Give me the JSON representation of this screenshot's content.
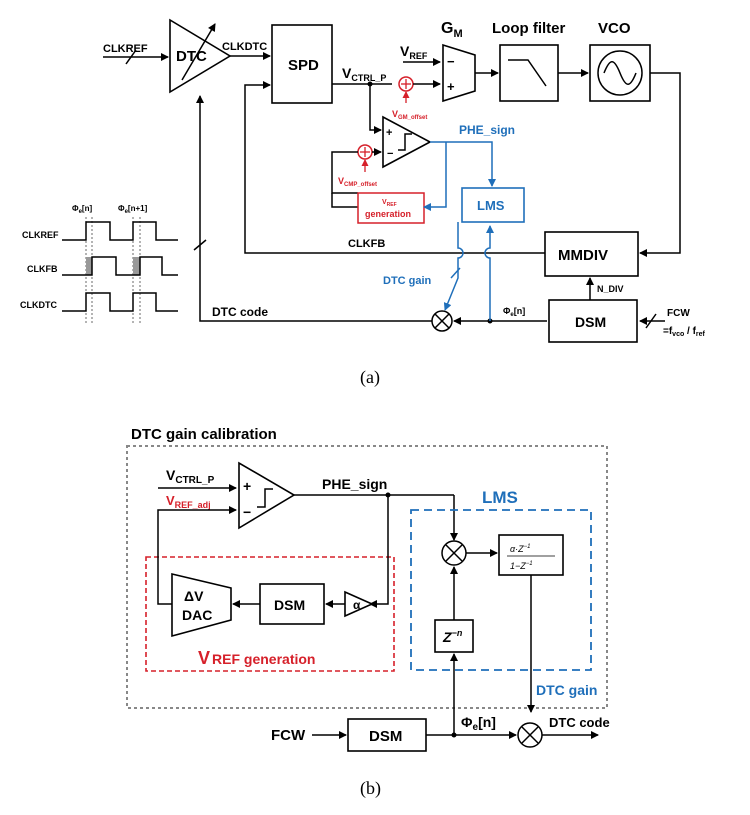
{
  "a": {
    "caption": "(a)",
    "clkref": "CLKREF",
    "dtc": "DTC",
    "clkdtc": "CLKDTC",
    "spd": "SPD",
    "vctrl_v": "V",
    "vctrl_sub": "CTRL_P",
    "vref_v": "V",
    "vref_sub": "REF",
    "gm_g": "G",
    "gm_sub": "M",
    "loop_filter": "Loop filter",
    "vco": "VCO",
    "vgm_v": "V",
    "vgm_sub": "GM_offset",
    "vcmp_v": "V",
    "vcmp_sub": "CMP_offset",
    "phe_sign": "PHE_sign",
    "vrefgen_v": "V",
    "vrefgen_sub": "REF",
    "vrefgen_gen": "generation",
    "lms": "LMS",
    "clkfb": "CLKFB",
    "mmdiv": "MMDIV",
    "dtc_gain": "DTC gain",
    "n_div": "N_DIV",
    "phie": "Φ",
    "phie_sub": "e",
    "phie_n": "[n]",
    "dsm": "DSM",
    "fcw": "FCW",
    "fcw_eq_pre": "=f",
    "fcw_eq_vco": "vco",
    "fcw_eq_mid": " / f",
    "fcw_eq_ref": "ref",
    "dtc_code": "DTC code",
    "timing": {
      "phi_label": "Φ",
      "phi_sub": "e",
      "idx_n": "[n]",
      "idx_n1": "[n+1]",
      "rows": [
        "CLKREF",
        "CLKFB",
        "CLKDTC"
      ]
    }
  },
  "b": {
    "caption": "(b)",
    "title": "DTC gain calibration",
    "vctrl_v": "V",
    "vctrl_sub": "CTRL_P",
    "vrefadj_v": "V",
    "vrefadj_sub": "REF_adj",
    "phe_sign": "PHE_sign",
    "lms": "LMS",
    "alpha_num": "α·Z",
    "alpha_num_exp": "−1",
    "alpha_den": "1−Z",
    "alpha_den_exp": "−1",
    "dv": "ΔV",
    "dac": "DAC",
    "dsm_inner": "DSM",
    "alpha": "α",
    "z": "Z",
    "z_exp": "−n",
    "vrefgen_v": "V",
    "vrefgen_rest": "REF generation",
    "dtc_gain": "DTC gain",
    "fcw": "FCW",
    "dsm": "DSM",
    "phie": "Φ",
    "phie_sub": "e",
    "phie_n": "[n]",
    "dtc_code": "DTC code"
  },
  "colors": {
    "red": "#d6202a",
    "blue": "#1f6fba",
    "black": "#000000",
    "gray": "#888888"
  }
}
